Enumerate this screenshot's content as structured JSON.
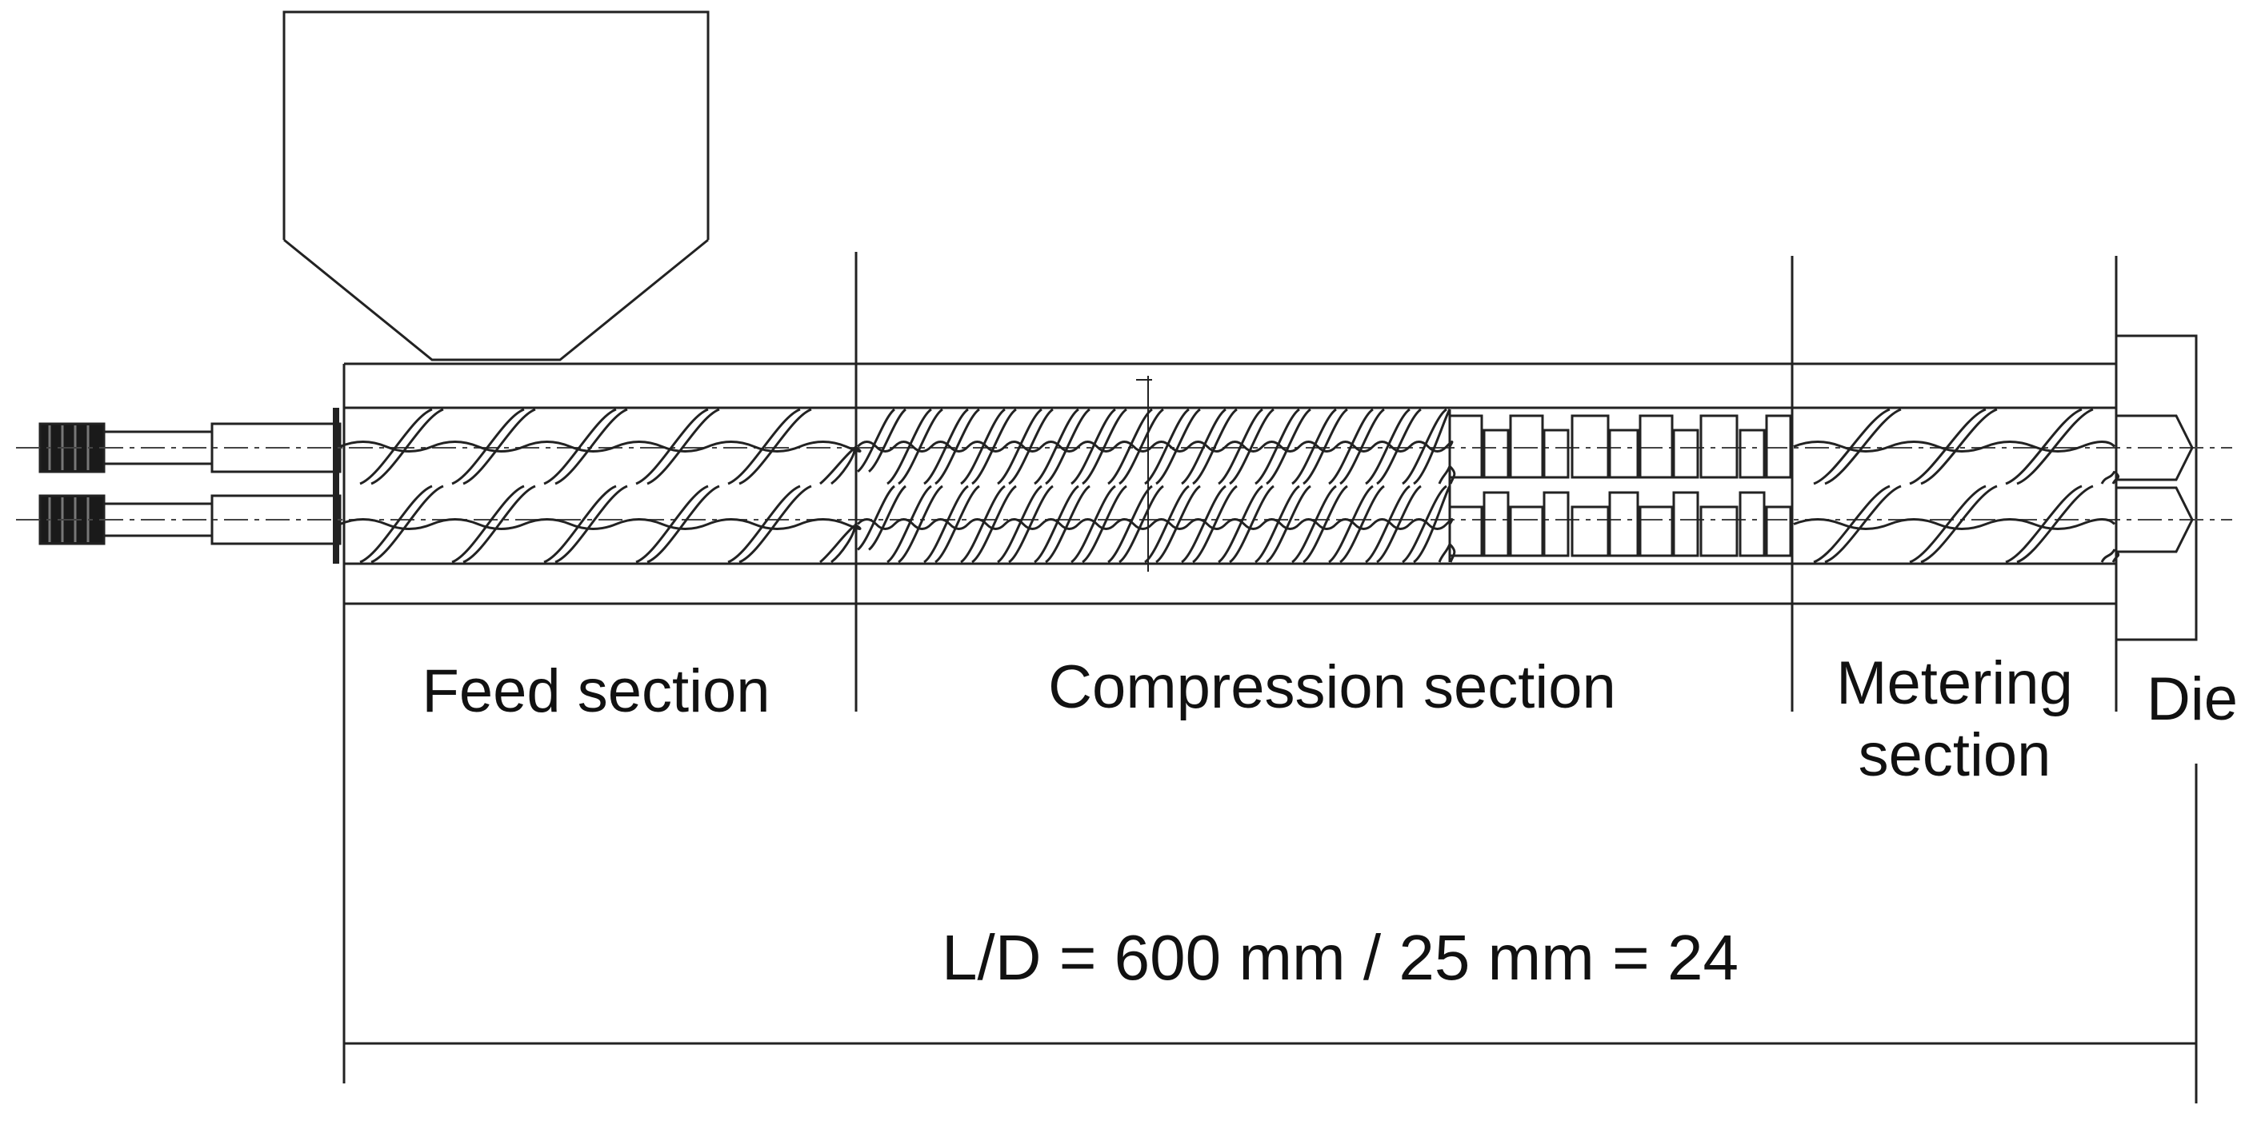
{
  "labels": {
    "feed": "Feed section",
    "compression": "Compression section",
    "metering_line1": "Metering",
    "metering_line2": "section",
    "die": "Die",
    "ld_formula": "L/D = 600 mm / 25 mm = 24"
  }
}
